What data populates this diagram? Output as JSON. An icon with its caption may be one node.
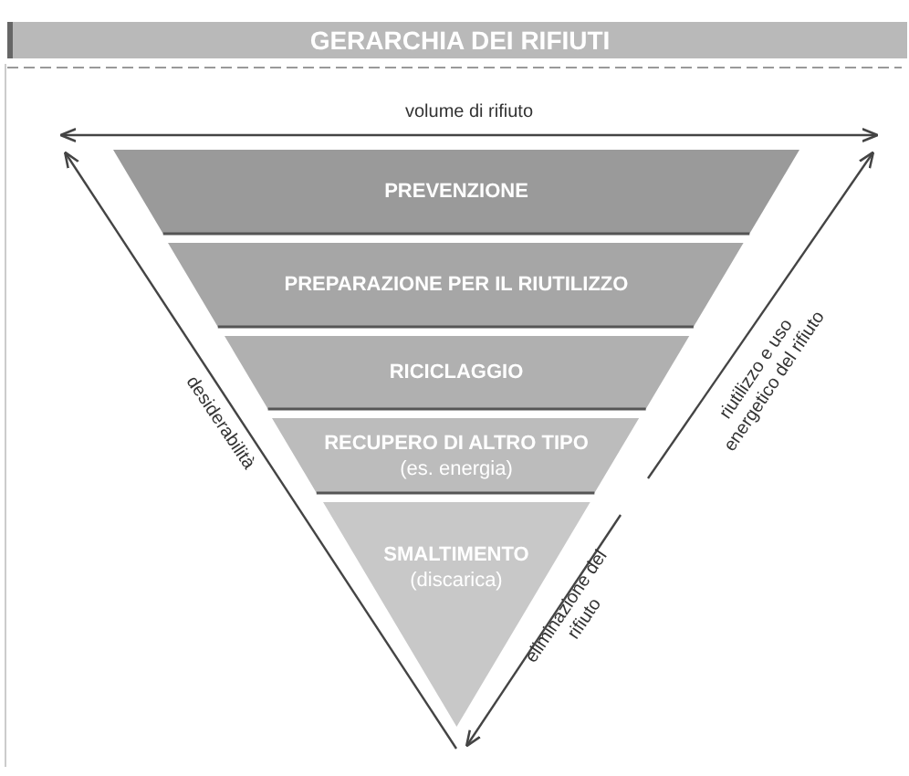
{
  "diagram": {
    "title": "GERARCHIA DEI RIFIUTI",
    "nodes": [
      {
        "text": [
          "PREVENZIONE"
        ]
      },
      {
        "text": [
          "PREPARAZIONE PER IL RIUTILIZZO"
        ]
      },
      {
        "text": [
          "RICICLAGGIO"
        ]
      },
      {
        "text": [
          "RECUPERO DI ALTRO TIPO",
          "(es. energia)"
        ]
      },
      {
        "text": [
          "SMALTIMENTO",
          "(discarica)"
        ]
      }
    ],
    "edges": [],
    "labels": [
      "volume di rifiuto",
      "desiderabilità",
      "riutilizzo e uso energetico del rifiuto",
      "eliminazione del rifiuto"
    ]
  }
}
